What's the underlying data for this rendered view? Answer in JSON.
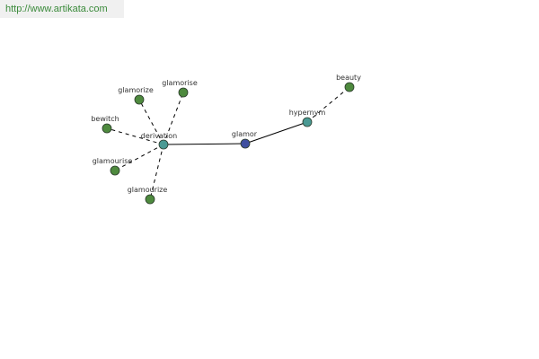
{
  "source": {
    "url": "http://www.artikata.com"
  },
  "colors": {
    "leaf": "#4e8a3e",
    "relation": "#4a9a94",
    "center": "#3f4fa0",
    "edge": "#000000",
    "node_stroke": "#2a3a2a"
  },
  "graph": {
    "nodes": [
      {
        "id": "glamor",
        "label": "glamor",
        "kind": "center"
      },
      {
        "id": "derivation",
        "label": "derivation",
        "kind": "relation"
      },
      {
        "id": "hypernym",
        "label": "hypernym",
        "kind": "relation"
      },
      {
        "id": "beauty",
        "label": "beauty",
        "kind": "leaf"
      },
      {
        "id": "glamorize",
        "label": "glamorize",
        "kind": "leaf"
      },
      {
        "id": "glamorise",
        "label": "glamorise",
        "kind": "leaf"
      },
      {
        "id": "bewitch",
        "label": "bewitch",
        "kind": "leaf"
      },
      {
        "id": "glamourise",
        "label": "glamourise",
        "kind": "leaf"
      },
      {
        "id": "glamourize",
        "label": "glamourize",
        "kind": "leaf"
      }
    ],
    "edges": [
      {
        "from": "derivation",
        "to": "glamor",
        "style": "solid"
      },
      {
        "from": "glamor",
        "to": "hypernym",
        "style": "solid"
      },
      {
        "from": "hypernym",
        "to": "beauty",
        "style": "dashed"
      },
      {
        "from": "derivation",
        "to": "glamorize",
        "style": "dashed"
      },
      {
        "from": "derivation",
        "to": "glamorise",
        "style": "dashed"
      },
      {
        "from": "derivation",
        "to": "bewitch",
        "style": "dashed"
      },
      {
        "from": "derivation",
        "to": "glamourise",
        "style": "dashed"
      },
      {
        "from": "derivation",
        "to": "glamourize",
        "style": "dashed"
      }
    ]
  }
}
